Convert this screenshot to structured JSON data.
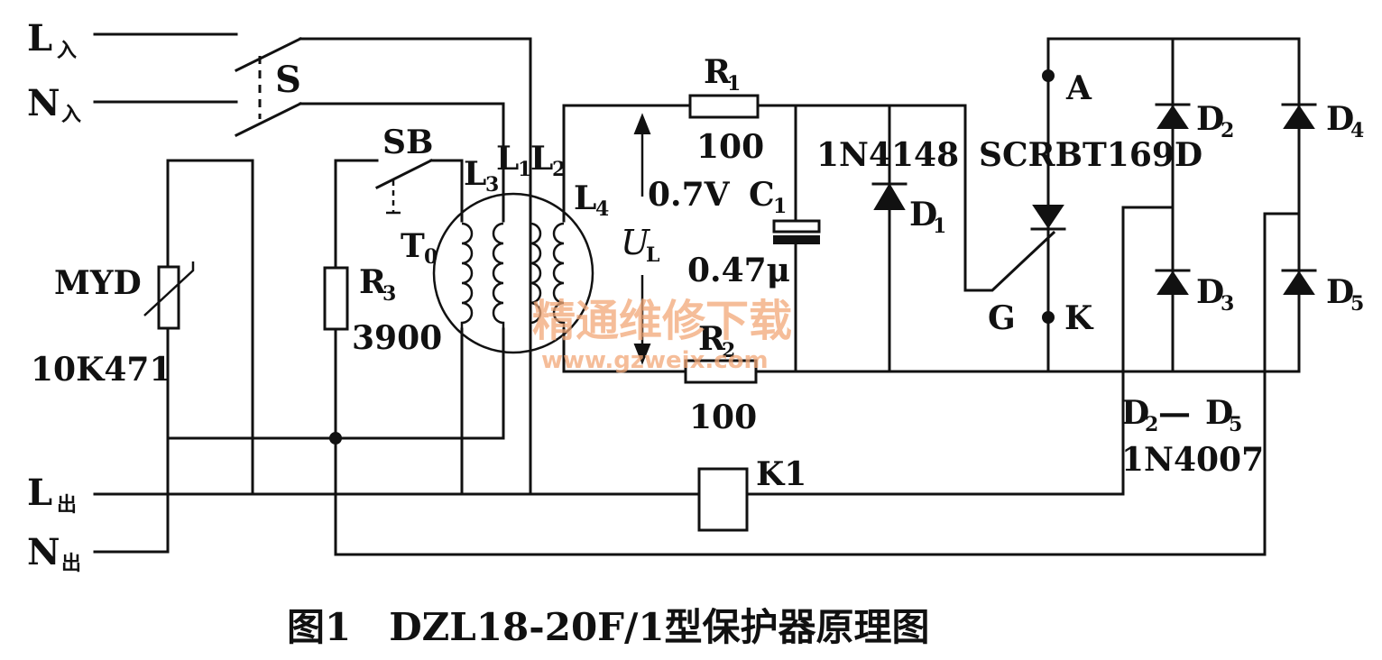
{
  "caption": "图1　DZL18-20F/1型保护器原理图",
  "terminals": {
    "l_in": {
      "main": "L",
      "sub": "入"
    },
    "n_in": {
      "main": "N",
      "sub": "入"
    },
    "l_out": {
      "main": "L",
      "sub": "出"
    },
    "n_out": {
      "main": "N",
      "sub": "出"
    }
  },
  "switch_s": "S",
  "button_sb": "SB",
  "varistor": {
    "name": "MYD",
    "part": "10K471"
  },
  "r3": {
    "name": "R",
    "sub": "3",
    "value": "3900"
  },
  "transformer": {
    "name": "T",
    "sub": "0",
    "coils": [
      {
        "name": "L",
        "sub": "3"
      },
      {
        "name": "L",
        "sub": "1"
      },
      {
        "name": "L",
        "sub": "2"
      },
      {
        "name": "L",
        "sub": "4"
      }
    ]
  },
  "r1": {
    "name": "R",
    "sub": "1",
    "value": "100"
  },
  "r2": {
    "name": "R",
    "sub": "2",
    "value": "100"
  },
  "voltage_up": "0.7V",
  "voltage_ul": {
    "name": "U",
    "sub": "L"
  },
  "c1": {
    "name": "C",
    "sub": "1",
    "value": "0.47μ"
  },
  "d1": {
    "part": "1N4148",
    "name": "D",
    "sub": "1"
  },
  "scr": {
    "part": "SCRBT169D",
    "anode": "A",
    "gate": "G",
    "cathode": "K"
  },
  "diodes": [
    {
      "name": "D",
      "sub": "2"
    },
    {
      "name": "D",
      "sub": "3"
    },
    {
      "name": "D",
      "sub": "4"
    },
    {
      "name": "D",
      "sub": "5"
    }
  ],
  "bridge_note": {
    "range_a": "D",
    "sub_a": "2",
    "dash": "—",
    "range_b": "D",
    "sub_b": "5",
    "part": "1N4007"
  },
  "relay": "K1",
  "watermark": {
    "cn": "精通维修下载",
    "url": "www.gzweix.com"
  },
  "colors": {
    "ink": "#111111",
    "watermark": "#f2a878",
    "background": "#ffffff"
  }
}
